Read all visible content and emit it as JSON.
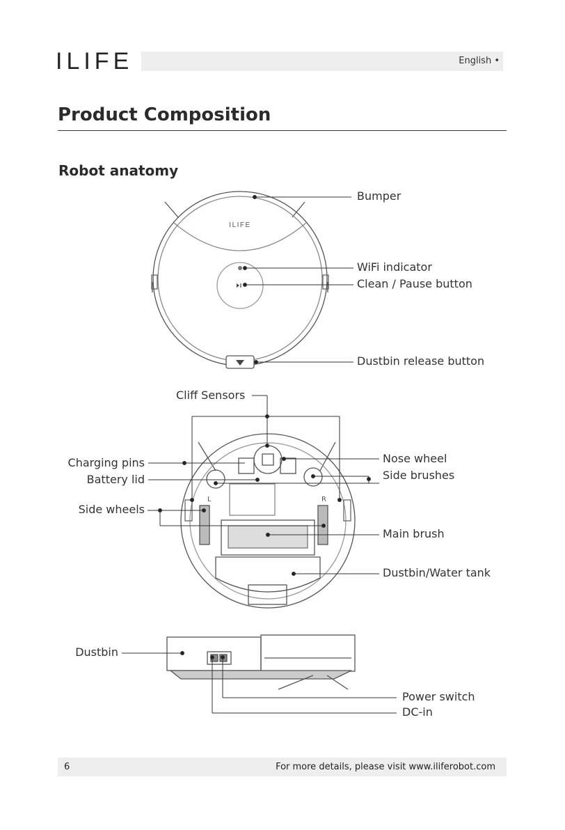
{
  "header": {
    "logo": "ILIFE",
    "language": "English •"
  },
  "section": {
    "title": "Product Composition",
    "subtitle": "Robot anatomy"
  },
  "top_view": {
    "robot_logo": "ILIFE",
    "labels": {
      "bumper": "Bumper",
      "wifi": "WiFi indicator",
      "clean": "Clean / Pause button",
      "dustbin_release": "Dustbin release button"
    }
  },
  "bottom_view": {
    "labels": {
      "cliff": "Cliff Sensors",
      "charging": "Charging pins",
      "battery": "Battery lid",
      "side_wheels": "Side wheels",
      "nose_wheel": "Nose wheel",
      "side_brushes": "Side brushes",
      "main_brush": "Main brush",
      "dustbin_tank": "Dustbin/Water tank"
    },
    "wheel_marks": {
      "left": "L",
      "right": "R"
    }
  },
  "side_view": {
    "labels": {
      "dustbin": "Dustbin",
      "power": "Power switch",
      "dcin": "DC-in"
    }
  },
  "footer": {
    "page": "6",
    "note": "For more details, please visit www.iliferobot.com"
  }
}
